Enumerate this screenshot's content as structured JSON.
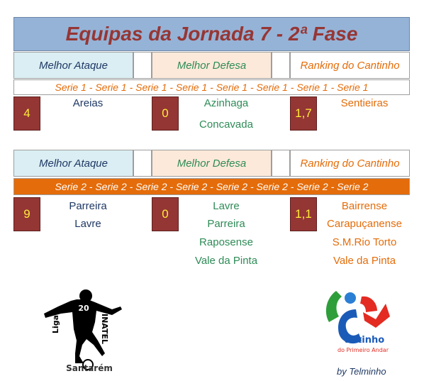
{
  "title": "Equipas da Jornada 7 - 2ª Fase",
  "headers": {
    "ataque": "Melhor Ataque",
    "defesa": "Melhor Defesa",
    "ranking": "Ranking do Cantinho"
  },
  "serie1": {
    "label": "Serie 1 - Serie 1 - Serie 1 - Serie 1 - Serie 1 - Serie 1 - Serie 1 - Serie 1",
    "ataque_value": "4",
    "ataque_teams": [
      "Areias"
    ],
    "defesa_value": "0",
    "defesa_teams": [
      "Azinhaga",
      "Concavada"
    ],
    "ranking_value": "1,7",
    "ranking_teams": [
      "Sentieiras"
    ]
  },
  "serie2": {
    "label": "Serie 2 - Serie 2 - Serie 2 - Serie 2 - Serie 2 - Serie 2 - Serie 2 - Serie 2",
    "ataque_value": "9",
    "ataque_teams": [
      "Parreira",
      "Lavre"
    ],
    "defesa_value": "0",
    "defesa_teams": [
      "Lavre",
      "Parreira",
      "Raposense",
      "Vale da Pinta"
    ],
    "ranking_value": "1,1",
    "ranking_teams": [
      "Bairrense",
      "Carapuçanense",
      "S.M.Rio Torto",
      "Vale da Pinta"
    ]
  },
  "logo_left": {
    "number": "20",
    "liga": "Liga",
    "inatel": "INATEL",
    "city": "Santarém"
  },
  "logo_right": {
    "name": "antinho",
    "sub": "do Primeiro Andar"
  },
  "credit": "by Telminho",
  "colors": {
    "title_bg": "#95b3d7",
    "title_text": "#963634",
    "value_bg": "#943634",
    "value_text": "#ffeb3b",
    "orange": "#e46c0a"
  }
}
